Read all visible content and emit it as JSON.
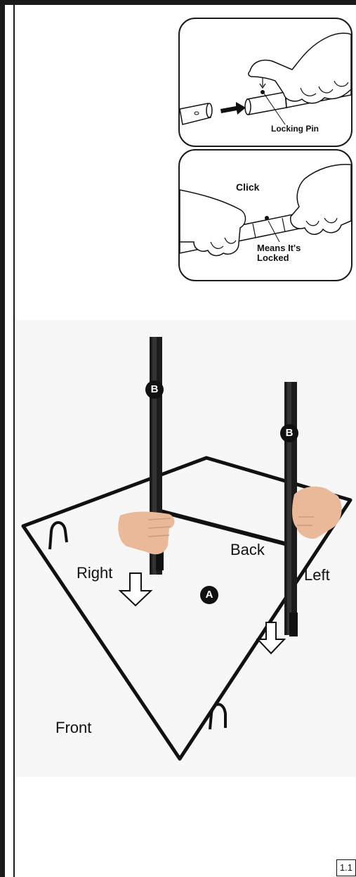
{
  "panel_top": {
    "callout": "Locking Pin"
  },
  "panel_bottom": {
    "callout_top": "Click",
    "callout_bottom": "Means It's\nLocked"
  },
  "photo": {
    "label_back": "Back",
    "label_right": "Right",
    "label_left": "Left",
    "label_front": "Front",
    "marker_a": "A",
    "marker_b": "B"
  },
  "page_number": "1.1"
}
